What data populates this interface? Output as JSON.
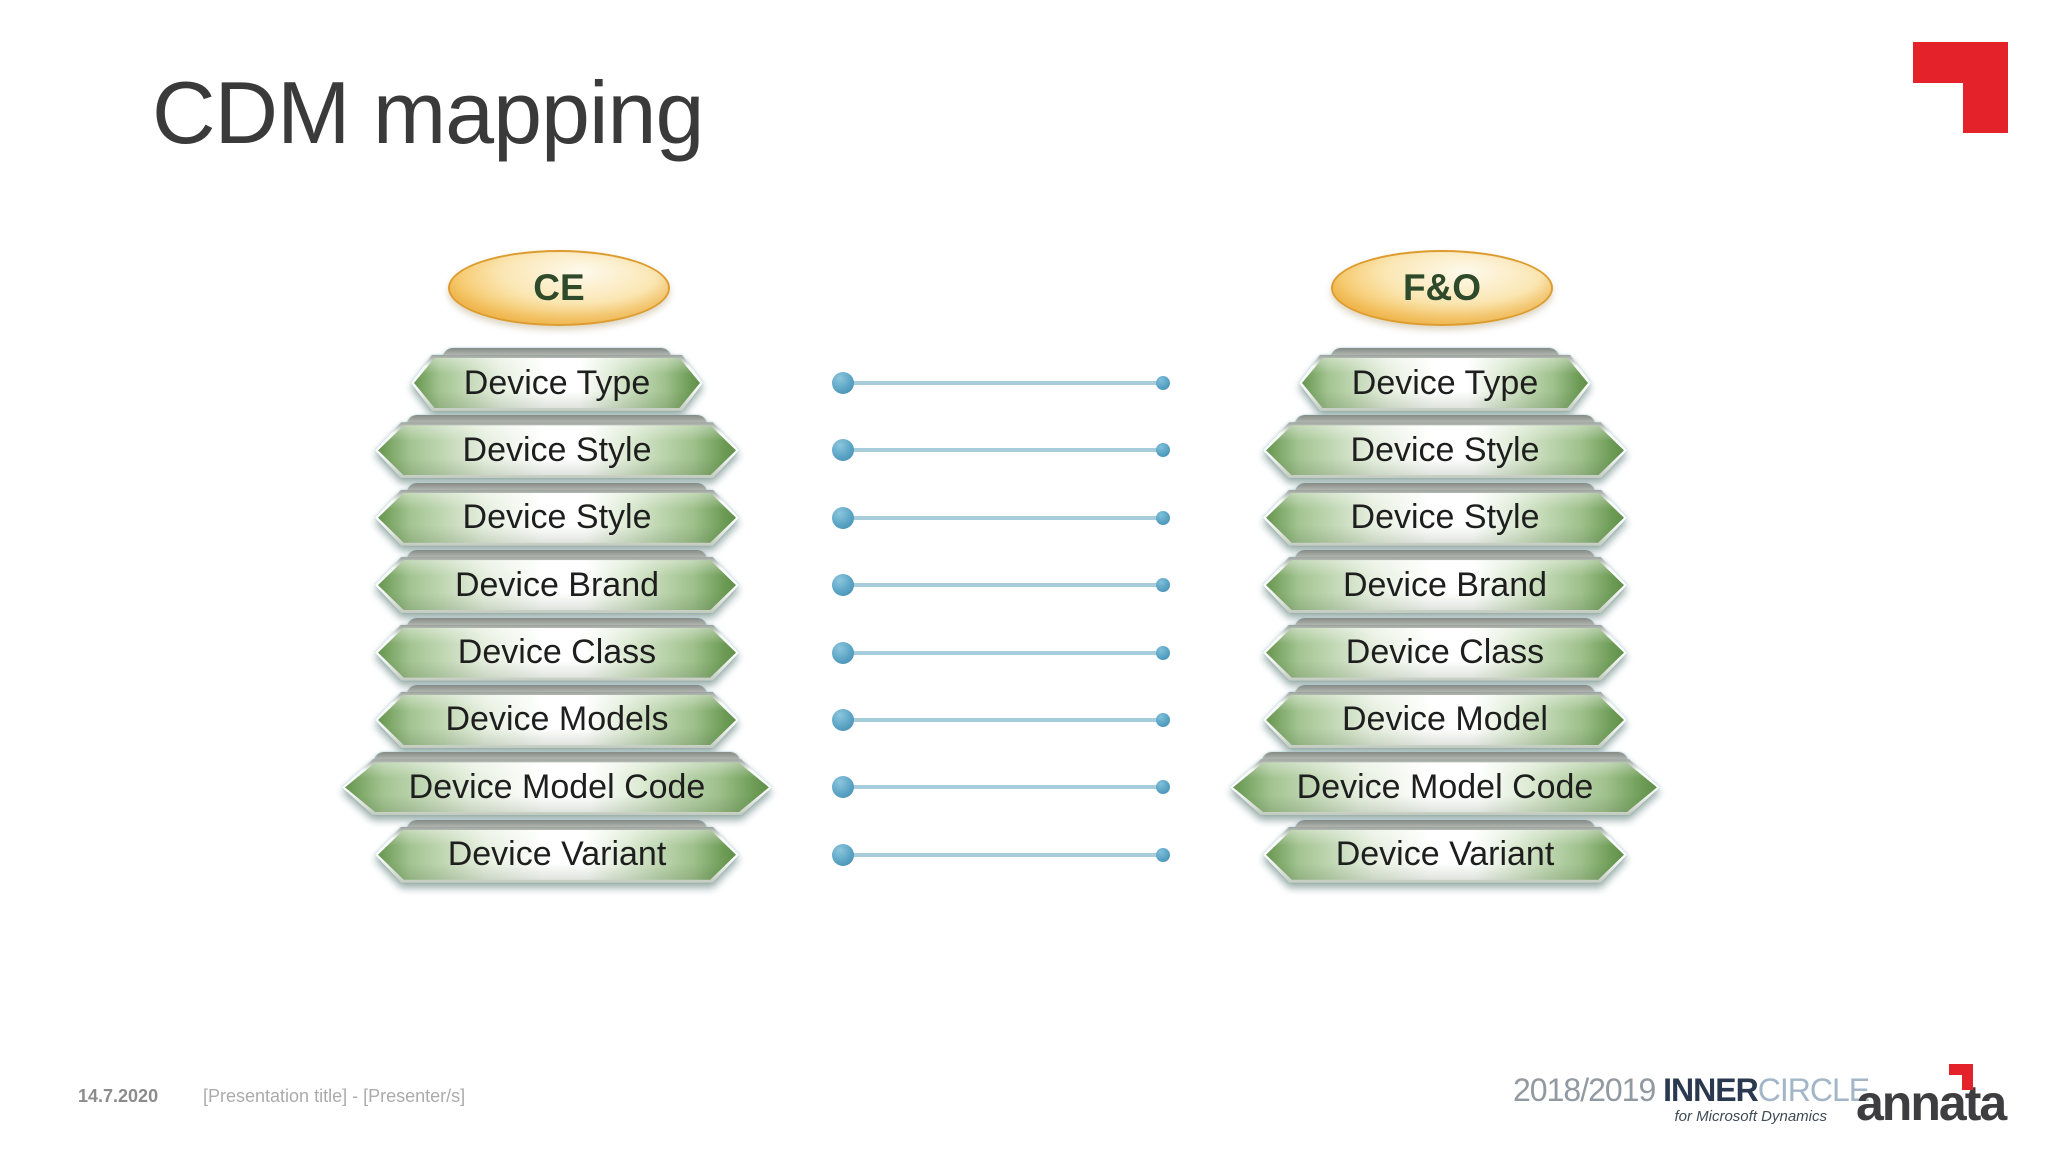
{
  "slide": {
    "title": "CDM mapping"
  },
  "diagram": {
    "ce": {
      "header": "CE",
      "items": [
        "Device Type",
        "Device Style",
        "Device Style",
        "Device Brand",
        "Device Class",
        "Device Models",
        "Device Model Code",
        "Device Variant"
      ]
    },
    "fo": {
      "header": "F&O",
      "items": [
        "Device Type",
        "Device Style",
        "Device Style",
        "Device Brand",
        "Device Class",
        "Device Model",
        "Device Model Code",
        "Device Variant"
      ]
    },
    "connector_count": 8
  },
  "footer": {
    "date": "14.7.2020",
    "presentation_meta": "[Presentation title] - [Presenter/s]"
  },
  "branding": {
    "season": "2018/2019",
    "inner": "INNER",
    "circle": "CIRCLE",
    "tagline": "for Microsoft Dynamics",
    "company": "annata"
  },
  "colors": {
    "accent_red": "#e32229",
    "node_green": "#6b9a54",
    "oval_gold": "#eda42f",
    "connector_blue": "#4f9dc0",
    "title_gray": "#3a3a3a"
  }
}
